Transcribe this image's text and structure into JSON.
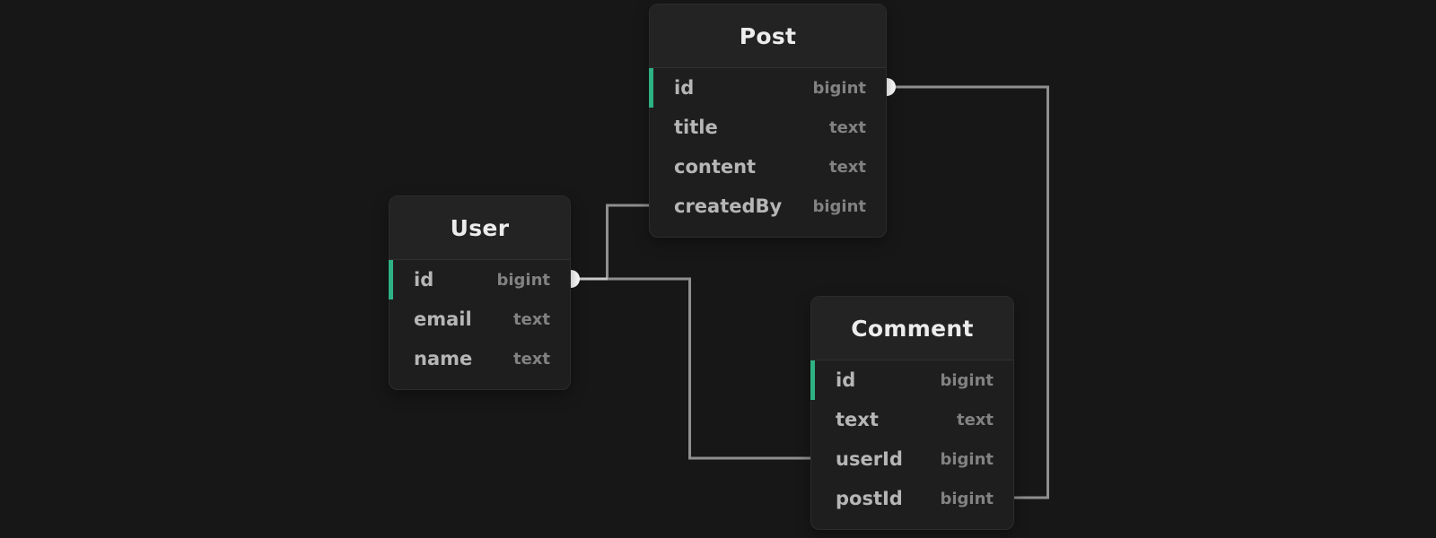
{
  "tables": {
    "post": {
      "name": "Post",
      "columns": [
        {
          "name": "id",
          "type": "bigint",
          "primary": true
        },
        {
          "name": "title",
          "type": "text"
        },
        {
          "name": "content",
          "type": "text"
        },
        {
          "name": "createdBy",
          "type": "bigint"
        }
      ]
    },
    "user": {
      "name": "User",
      "columns": [
        {
          "name": "id",
          "type": "bigint",
          "primary": true
        },
        {
          "name": "email",
          "type": "text"
        },
        {
          "name": "name",
          "type": "text"
        }
      ]
    },
    "comment": {
      "name": "Comment",
      "columns": [
        {
          "name": "id",
          "type": "bigint",
          "primary": true
        },
        {
          "name": "text",
          "type": "text"
        },
        {
          "name": "userId",
          "type": "bigint"
        },
        {
          "name": "postId",
          "type": "bigint"
        }
      ]
    }
  },
  "relations": [
    {
      "from": "User.id",
      "to": "Post.createdBy"
    },
    {
      "from": "User.id",
      "to": "Comment.userId"
    },
    {
      "from": "Post.id",
      "to": "Comment.postId"
    }
  ],
  "colors": {
    "background": "#171717",
    "table_body": "#1e1e1e",
    "table_header": "#232323",
    "primary_key_accent": "#2eb183",
    "connector": "#8f8f8f",
    "connector_overlap": "#c9c9c9",
    "connection_dot": "#ffffff"
  }
}
